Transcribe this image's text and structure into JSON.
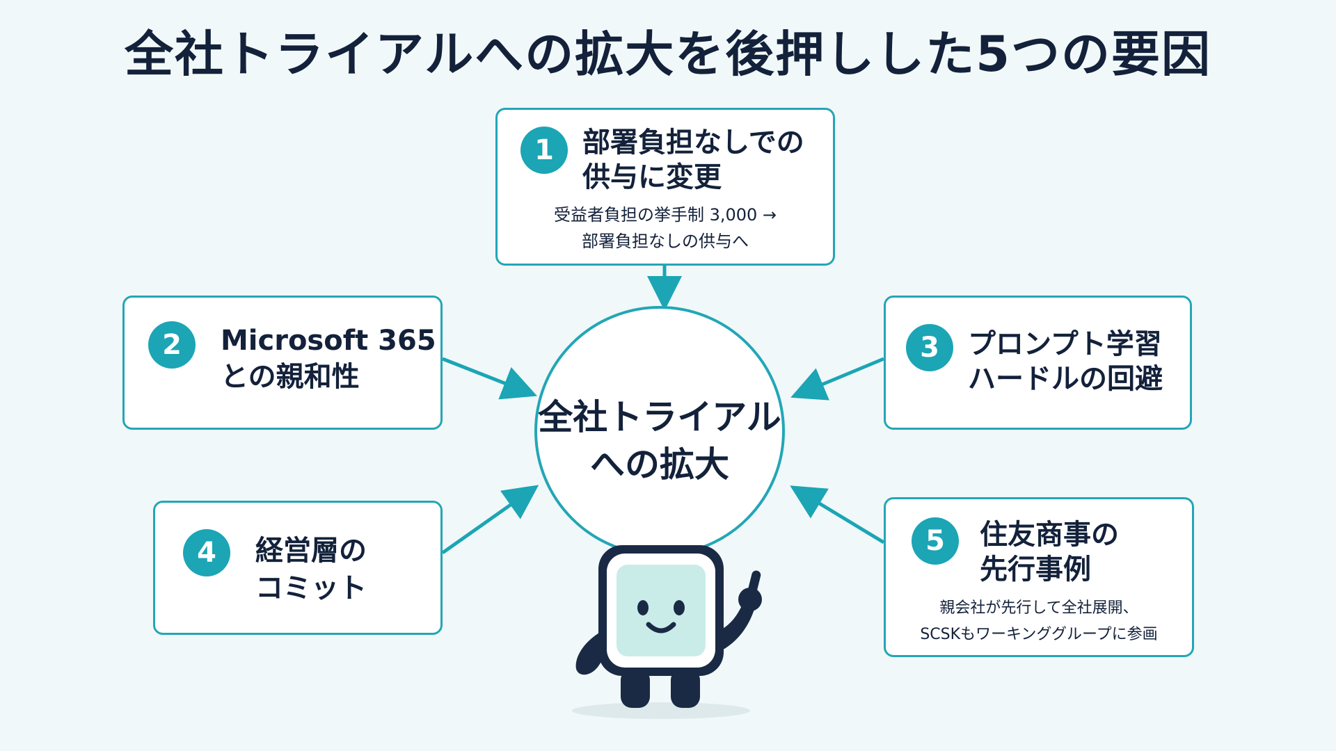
{
  "title": "全社トライアルへの拡大を後押しした5つの要因",
  "center": {
    "line1": "全社トライアル",
    "line2": "への拡大"
  },
  "factors": [
    {
      "number": "1",
      "title_line1": "部署負担なしでの",
      "title_line2": "供与に変更",
      "desc_line1": "受益者負担の挙手制 3,000 →",
      "desc_line2": "部署負担なしの供与へ"
    },
    {
      "number": "2",
      "title_line1": "Microsoft 365",
      "title_line2": "との親和性"
    },
    {
      "number": "3",
      "title_line1": "プロンプト学習",
      "title_line2": "ハードルの回避"
    },
    {
      "number": "4",
      "title_line1": "経営層の",
      "title_line2": "コミット"
    },
    {
      "number": "5",
      "title_line1": "住友商事の",
      "title_line2": "先行事例",
      "desc_line1": "親会社が先行して全社展開、",
      "desc_line2": "SCSKもワーキンググループに参画"
    }
  ],
  "colors": {
    "accent": "#1ba5b5",
    "text": "#13213a",
    "background": "#f1f8f9",
    "mascot_dark": "#1a2a45",
    "mascot_face": "#c9ece9"
  },
  "mascot": {
    "icon": "cube-mascot-pointing-icon"
  }
}
